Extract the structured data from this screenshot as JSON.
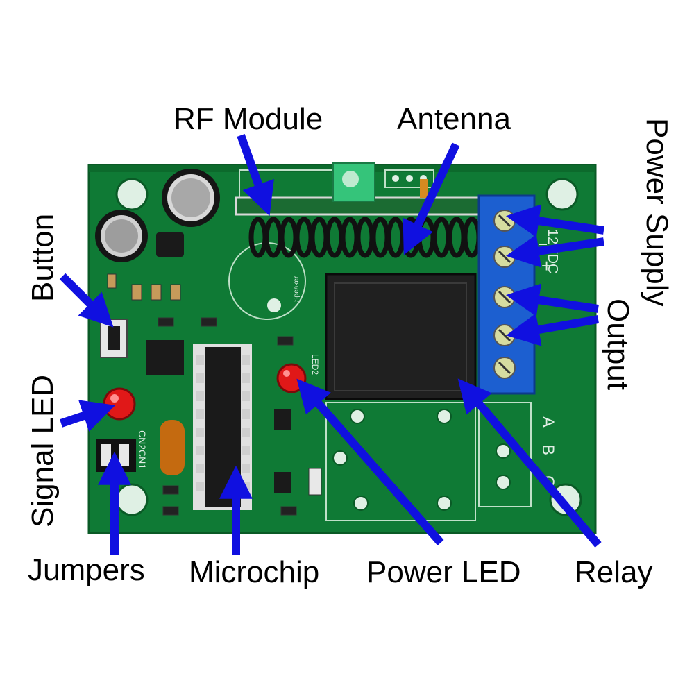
{
  "title": "",
  "labels": {
    "rf_module": "RF Module",
    "antenna": "Antenna",
    "power_supply": "Power Supply",
    "output": "Output",
    "button": "Button",
    "signal_led": "Signal LED",
    "jumpers": "Jumpers",
    "microchip": "Microchip",
    "power_led": "Power LED",
    "relay": "Relay"
  },
  "board_markings": {
    "terminal_voltage": "12VDC",
    "plus": "+",
    "minus": "−",
    "terminal_a": "A",
    "terminal_b": "B",
    "terminal_c": "C",
    "jumper_code": "CN2CN1",
    "led_code": "LED2",
    "speaker": "Speaker"
  },
  "colors": {
    "pcb": "#0f7a35",
    "arrow": "#1010e0",
    "terminal_block": "#1c5fd0",
    "led": "#e01818",
    "chip": "#1a1a1a",
    "relay": "#202020"
  }
}
